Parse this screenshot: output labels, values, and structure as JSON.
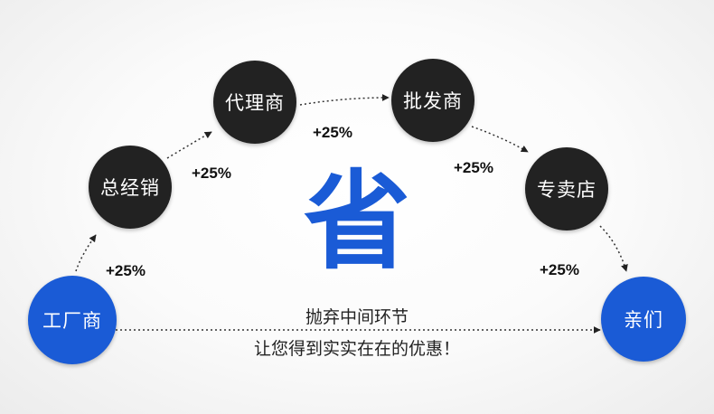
{
  "colors": {
    "dark_node": "#222222",
    "blue_node": "#1a5bd6",
    "accent_text": "#1a5bd6"
  },
  "nodes": [
    {
      "id": "factory",
      "label": "工厂商"
    },
    {
      "id": "general-distributor",
      "label": "总经销"
    },
    {
      "id": "agent",
      "label": "代理商"
    },
    {
      "id": "wholesaler",
      "label": "批发商"
    },
    {
      "id": "retailer",
      "label": "专卖店"
    },
    {
      "id": "customer",
      "label": "亲们"
    }
  ],
  "markups": [
    "+25%",
    "+25%",
    "+25%",
    "+25%",
    "+25%"
  ],
  "center": {
    "big_char": "省",
    "line1": "抛弃中间环节",
    "line2": "让您得到实实在在的优惠！"
  }
}
